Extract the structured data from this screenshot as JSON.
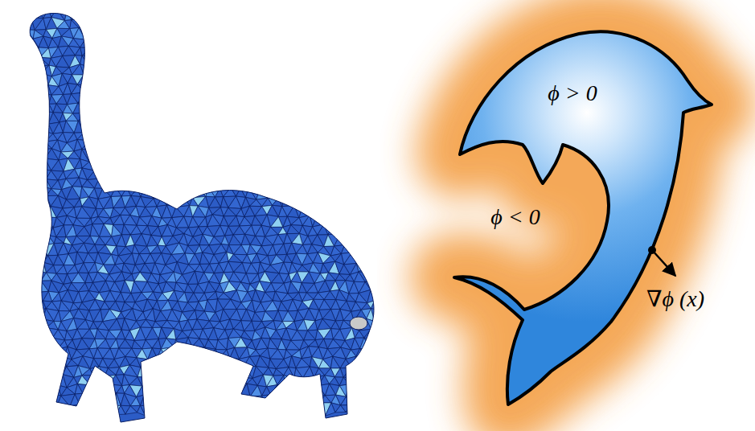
{
  "diagram": {
    "labels": [
      "ϕ > 0",
      "ϕ < 0",
      "∇ϕ (x)"
    ]
  }
}
